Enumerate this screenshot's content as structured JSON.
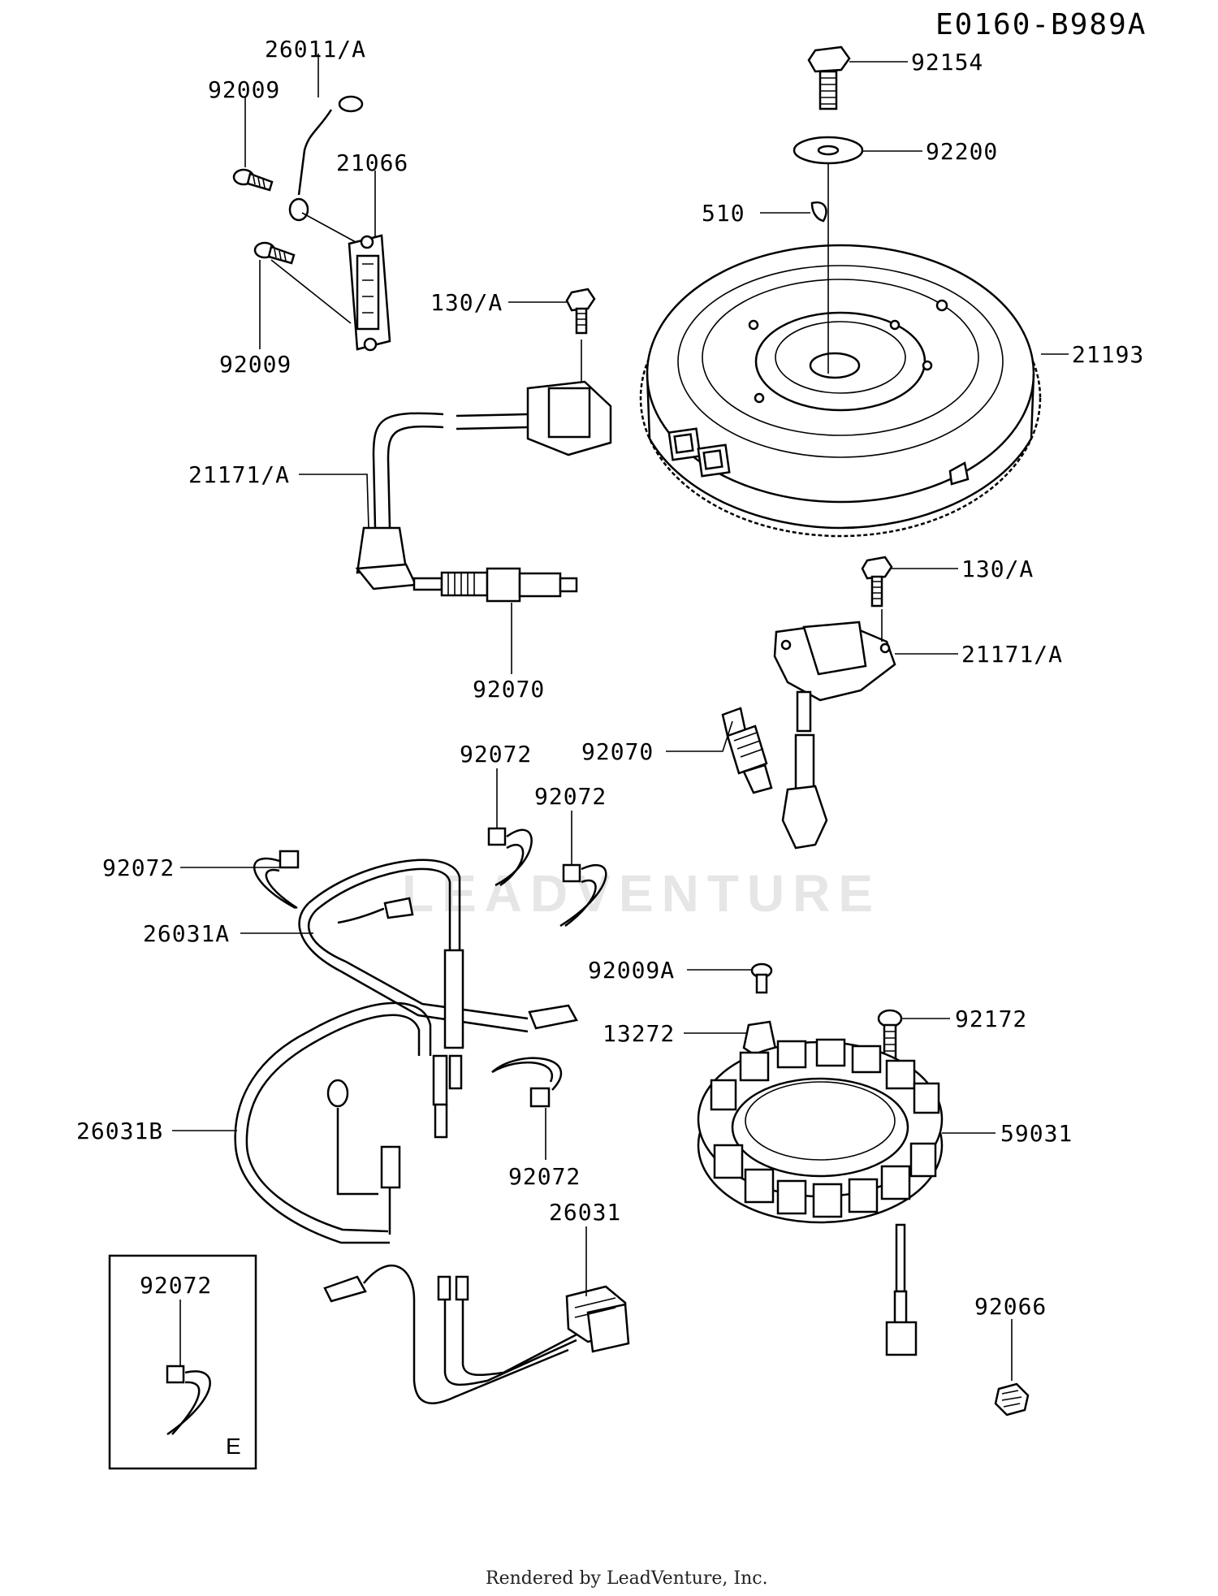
{
  "diagram_code": "E0160-B989A",
  "footer_text": "Rendered by LeadVenture, Inc.",
  "watermark_text": "LEADVENTURE",
  "inset_box_letter": "E",
  "labels": {
    "p26011a": "26011/A",
    "p92009_top": "92009",
    "p21066": "21066",
    "p92009_bottom": "92009",
    "p130a_top": "130/A",
    "p21171a_left": "21171/A",
    "p92070_left": "92070",
    "p92154": "92154",
    "p92200": "92200",
    "p510": "510",
    "p21193": "21193",
    "p130a_right": "130/A",
    "p21171a_right": "21171/A",
    "p92070_right": "92070",
    "p92072_a": "92072",
    "p92072_b": "92072",
    "p92072_c": "92072",
    "p26031a": "26031A",
    "p92009a": "92009A",
    "p13272": "13272",
    "p92172": "92172",
    "p26031b": "26031B",
    "p92072_d": "92072",
    "p59031": "59031",
    "p26031": "26031",
    "p92072_e": "92072",
    "p92066": "92066"
  }
}
